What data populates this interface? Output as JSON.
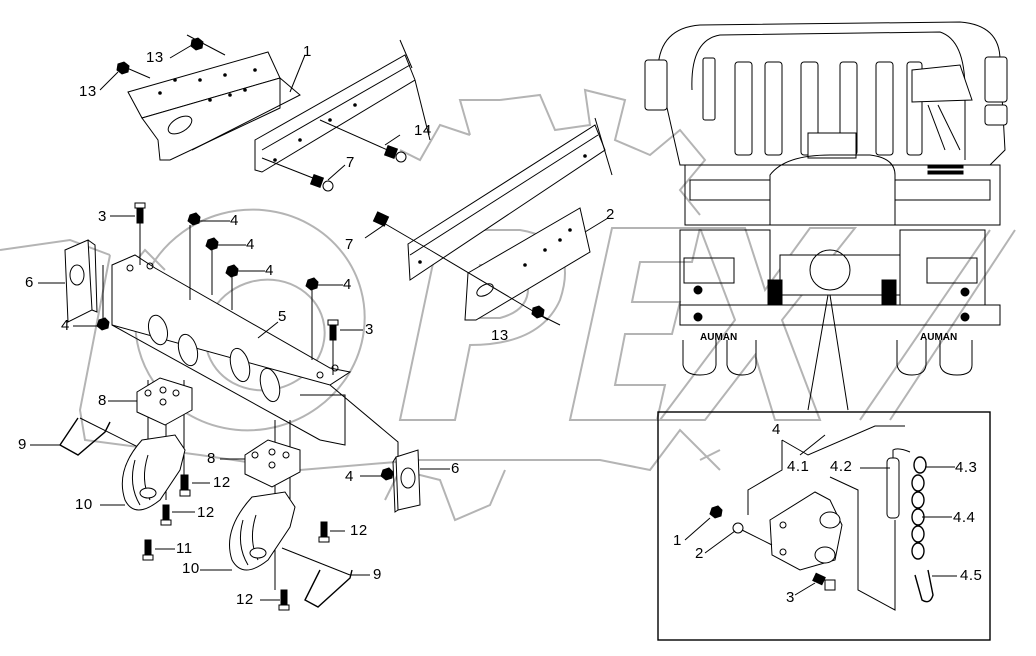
{
  "diagram": {
    "type": "exploded-parts-view",
    "subject": "Rear frame cross member and towing hook assembly",
    "watermark_text": "OPEX",
    "vehicle_brand_marks": [
      "AUMAN",
      "AUMAN"
    ]
  },
  "callouts": [
    {
      "id": "c1",
      "label": "1"
    },
    {
      "id": "c2",
      "label": "2"
    },
    {
      "id": "c3a",
      "label": "3"
    },
    {
      "id": "c3b",
      "label": "3"
    },
    {
      "id": "c4a",
      "label": "4"
    },
    {
      "id": "c4b",
      "label": "4"
    },
    {
      "id": "c4c",
      "label": "4"
    },
    {
      "id": "c4d",
      "label": "4"
    },
    {
      "id": "c4e",
      "label": "4"
    },
    {
      "id": "c4f",
      "label": "4"
    },
    {
      "id": "c5",
      "label": "5"
    },
    {
      "id": "c6a",
      "label": "6"
    },
    {
      "id": "c6b",
      "label": "6"
    },
    {
      "id": "c7a",
      "label": "7"
    },
    {
      "id": "c7b",
      "label": "7"
    },
    {
      "id": "c8a",
      "label": "8"
    },
    {
      "id": "c8b",
      "label": "8"
    },
    {
      "id": "c9a",
      "label": "9"
    },
    {
      "id": "c9b",
      "label": "9"
    },
    {
      "id": "c10a",
      "label": "10"
    },
    {
      "id": "c10b",
      "label": "10"
    },
    {
      "id": "c11",
      "label": "11"
    },
    {
      "id": "c12a",
      "label": "12"
    },
    {
      "id": "c12b",
      "label": "12"
    },
    {
      "id": "c12c",
      "label": "12"
    },
    {
      "id": "c12d",
      "label": "12"
    },
    {
      "id": "c13a",
      "label": "13"
    },
    {
      "id": "c13b",
      "label": "13"
    },
    {
      "id": "c13c",
      "label": "13"
    },
    {
      "id": "c14",
      "label": "14"
    }
  ],
  "detail_inset": {
    "title": "Towing pin assembly detail",
    "callouts": [
      {
        "id": "d4",
        "label": "4"
      },
      {
        "id": "d41",
        "label": "4.1"
      },
      {
        "id": "d42",
        "label": "4.2"
      },
      {
        "id": "d43",
        "label": "4.3"
      },
      {
        "id": "d44",
        "label": "4.4"
      },
      {
        "id": "d45",
        "label": "4.5"
      },
      {
        "id": "d1",
        "label": "1"
      },
      {
        "id": "d2",
        "label": "2"
      },
      {
        "id": "d3",
        "label": "3"
      }
    ]
  }
}
